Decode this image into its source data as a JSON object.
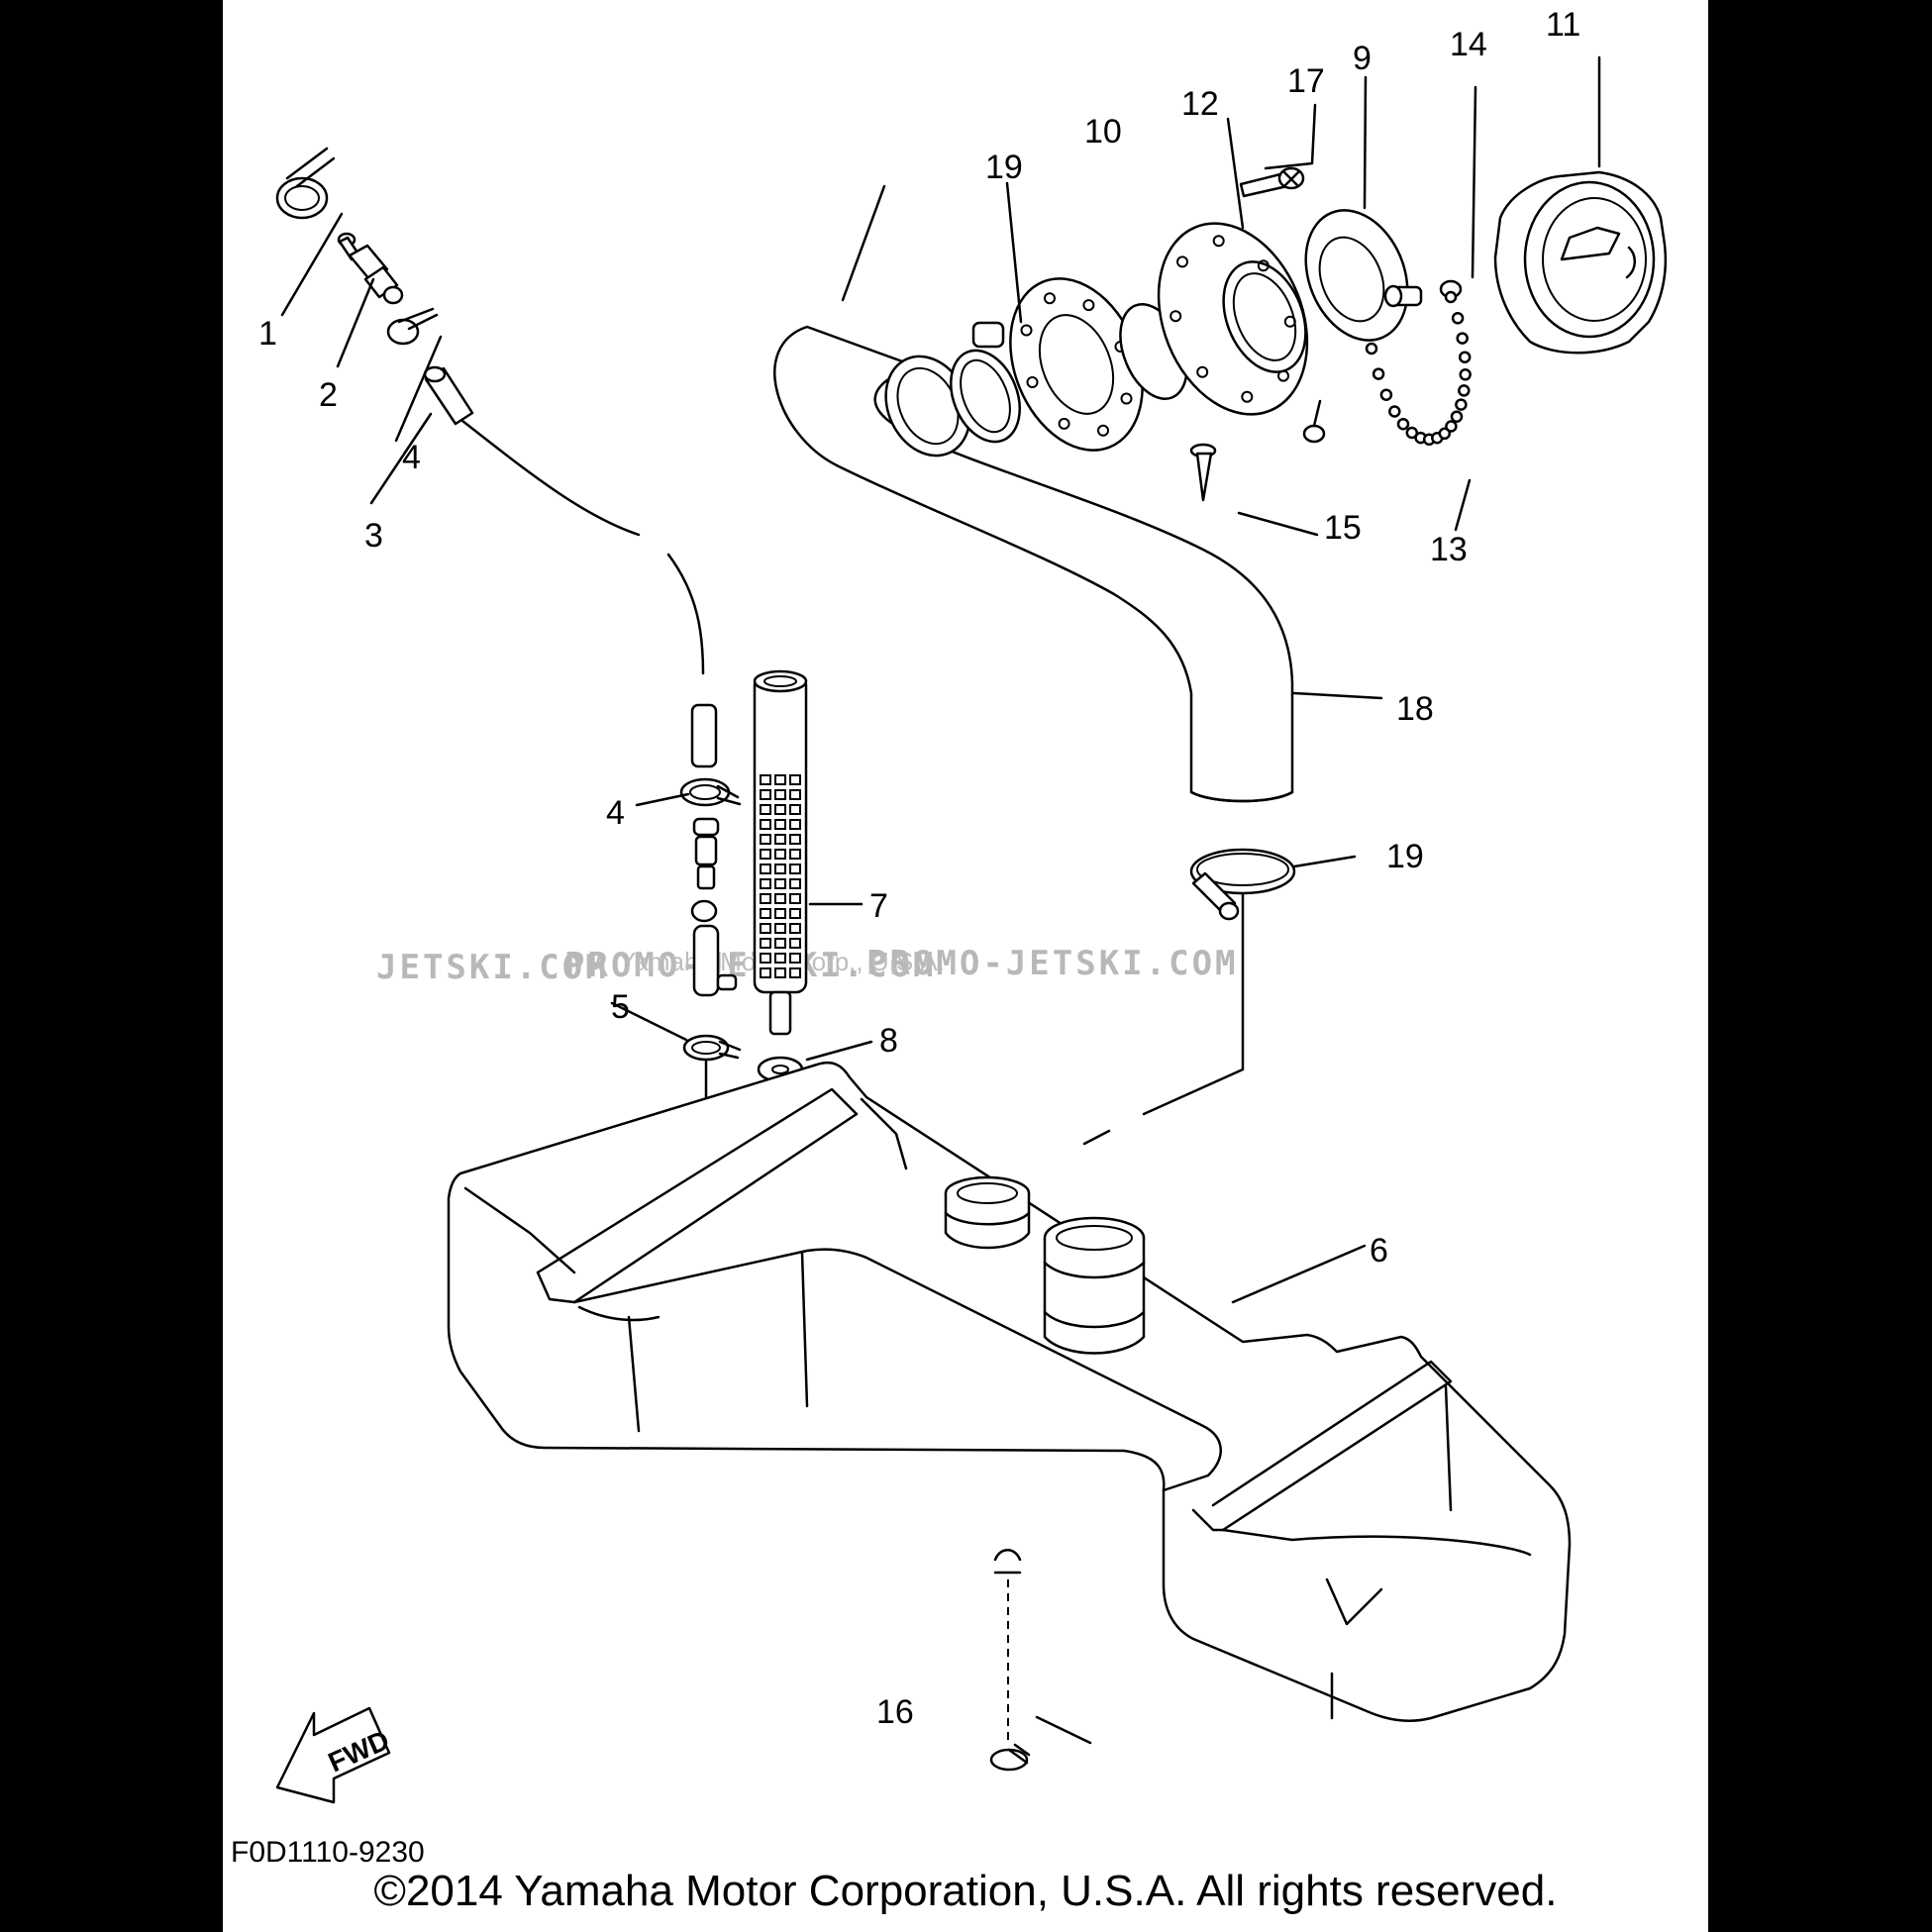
{
  "diagram": {
    "callouts": [
      "1",
      "2",
      "3",
      "4",
      "4",
      "5",
      "6",
      "7",
      "8",
      "9",
      "10",
      "11",
      "12",
      "13",
      "14",
      "15",
      "16",
      "17",
      "18",
      "19",
      "19"
    ],
    "watermark": {
      "left": "JETSKI.COM",
      "center": "PROMO-JETSKI.COM",
      "right": "PROMO-JETSKI.COM",
      "overlay": "Yamaha Motor Corp., U.S.A."
    },
    "fwd_label": "FWD",
    "drawing_code": "F0D1110-9230",
    "copyright": "©2014 Yamaha Motor Corporation, U.S.A. All rights reserved."
  }
}
